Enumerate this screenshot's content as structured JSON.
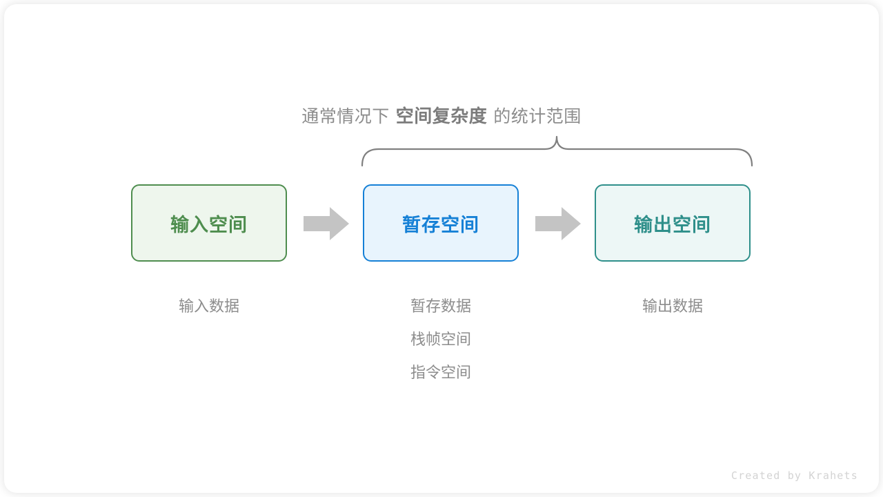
{
  "annotation": {
    "prefix": "通常情况下",
    "emphasis": "空间复杂度",
    "suffix": "的统计范围"
  },
  "boxes": [
    {
      "label": "输入空间",
      "border_color": "#4e8d4e",
      "fill_color": "#eef6ed",
      "text_color": "#4e8d4e",
      "captions": [
        "输入数据"
      ]
    },
    {
      "label": "暂存空间",
      "border_color": "#1580d6",
      "fill_color": "#e8f4fd",
      "text_color": "#1580d6",
      "captions": [
        "暂存数据",
        "栈帧空间",
        "指令空间"
      ]
    },
    {
      "label": "输出空间",
      "border_color": "#2e8f8a",
      "fill_color": "#edf7f6",
      "text_color": "#2e8f8a",
      "captions": [
        "输出数据"
      ]
    }
  ],
  "arrows": [
    {
      "name": "arrow-input-to-temp",
      "color": "#c4c4c4"
    },
    {
      "name": "arrow-temp-to-output",
      "color": "#c4c4c4"
    }
  ],
  "brace": {
    "color": "#808080",
    "spans_boxes": [
      "暂存空间",
      "输出空间"
    ]
  },
  "watermark": "Created by Krahets"
}
